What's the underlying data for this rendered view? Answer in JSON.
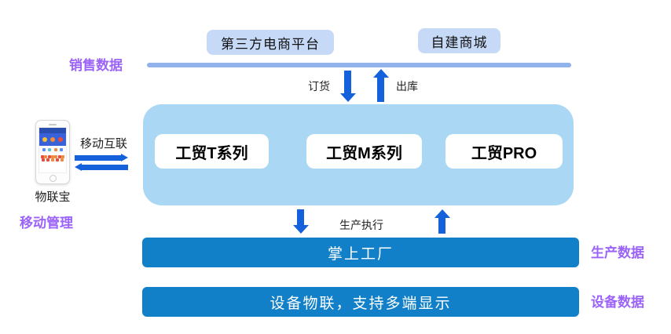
{
  "diagram": {
    "top": {
      "third_party_platform": "第三方电商平台",
      "self_built_mall": "自建商城",
      "sales_data_label": "销售数据",
      "order_label": "订货",
      "outbound_label": "出库"
    },
    "left": {
      "mobile_link_label": "移动互联",
      "iot_app_label": "物联宝",
      "mobile_management_label": "移动管理"
    },
    "products": [
      "工贸T系列",
      "工贸M系列",
      "工贸PRO"
    ],
    "production": {
      "execution_label": "生产执行",
      "factory_bar_label": "掌上工厂",
      "production_data_label": "生产数据"
    },
    "device": {
      "bar_label": "设备物联，支持多端显示",
      "device_data_label": "设备数据"
    },
    "colors": {
      "purple_label": "#9B63F7",
      "platform_box_bg": "#C6DAF8",
      "divider_line": "#92B2EB",
      "arrow_blue": "#1461DB",
      "container_bg": "#A9D7F4",
      "product_box_bg": "#FFFFFF",
      "bar_bg": "#1180C8",
      "bar_text": "#FFFFFF"
    },
    "icons": [
      "phone-icon",
      "down-arrow-icon",
      "up-arrow-icon",
      "right-arrow-icon",
      "left-arrow-icon"
    ]
  }
}
